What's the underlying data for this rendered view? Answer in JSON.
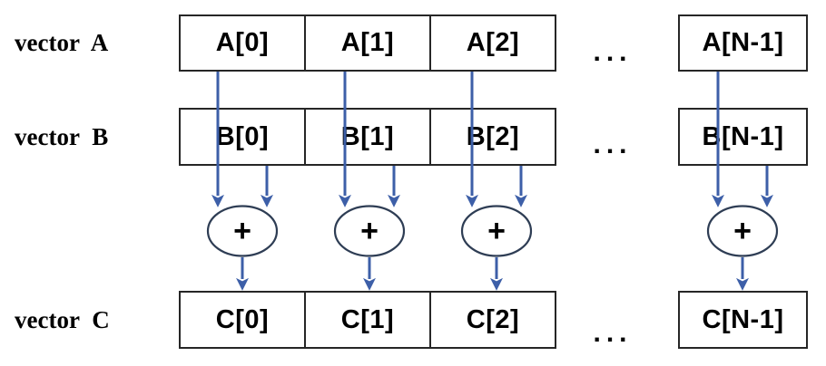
{
  "figure": {
    "operator_symbol": "+",
    "ellipsis": "...",
    "rows": {
      "a": {
        "label": "vector A",
        "cells": [
          "A[0]",
          "A[1]",
          "A[2]"
        ],
        "last": "A[N-1]"
      },
      "b": {
        "label": "vector B",
        "cells": [
          "B[0]",
          "B[1]",
          "B[2]"
        ],
        "last": "B[N-1]"
      },
      "c": {
        "label": "vector C",
        "cells": [
          "C[0]",
          "C[1]",
          "C[2]"
        ],
        "last": "C[N-1]"
      }
    },
    "colors": {
      "arrow": "#3d5fa8",
      "box_border": "#262626",
      "ellipse_border": "#2e3d54",
      "text": "#000000",
      "background": "#ffffff"
    }
  }
}
